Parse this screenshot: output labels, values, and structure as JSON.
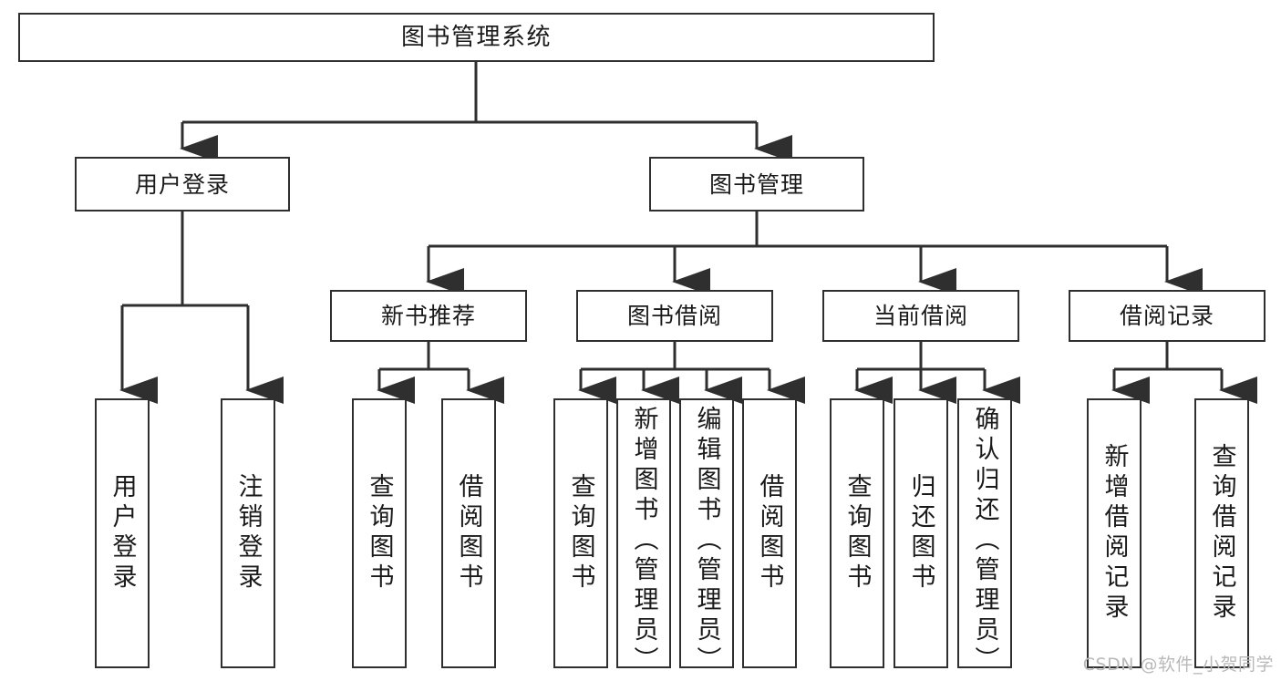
{
  "diagram": {
    "title": "图书管理系统",
    "type": "tree",
    "colors": {
      "box_border": "#2f2f2f",
      "box_fill": "#ffffff",
      "edge": "#2f2f2f",
      "text": "#1a1a1a",
      "watermark": "#b9b9b9",
      "background": "#ffffff"
    },
    "watermark": "CSDN @软件_小贺同学",
    "nodes": {
      "root": {
        "label": "图书管理系统"
      },
      "level2": [
        {
          "label": "用户登录"
        },
        {
          "label": "图书管理"
        }
      ],
      "level3": [
        {
          "label": "新书推荐"
        },
        {
          "label": "图书借阅"
        },
        {
          "label": "当前借阅"
        },
        {
          "label": "借阅记录"
        }
      ],
      "leaves": {
        "user_login": [
          {
            "label": "用户登录"
          },
          {
            "label": "注销登录"
          }
        ],
        "new_book_recommend": [
          {
            "label": "查询图书"
          },
          {
            "label": "借阅图书"
          }
        ],
        "book_borrow": [
          {
            "label": "查询图书"
          },
          {
            "label": "新增图书（管理员）"
          },
          {
            "label": "编辑图书（管理员）"
          },
          {
            "label": "借阅图书"
          }
        ],
        "current_borrow": [
          {
            "label": "查询图书"
          },
          {
            "label": "归还图书"
          },
          {
            "label": "确认归还（管理员）"
          }
        ],
        "borrow_record": [
          {
            "label": "新增借阅记录"
          },
          {
            "label": "查询借阅记录"
          }
        ]
      }
    }
  }
}
